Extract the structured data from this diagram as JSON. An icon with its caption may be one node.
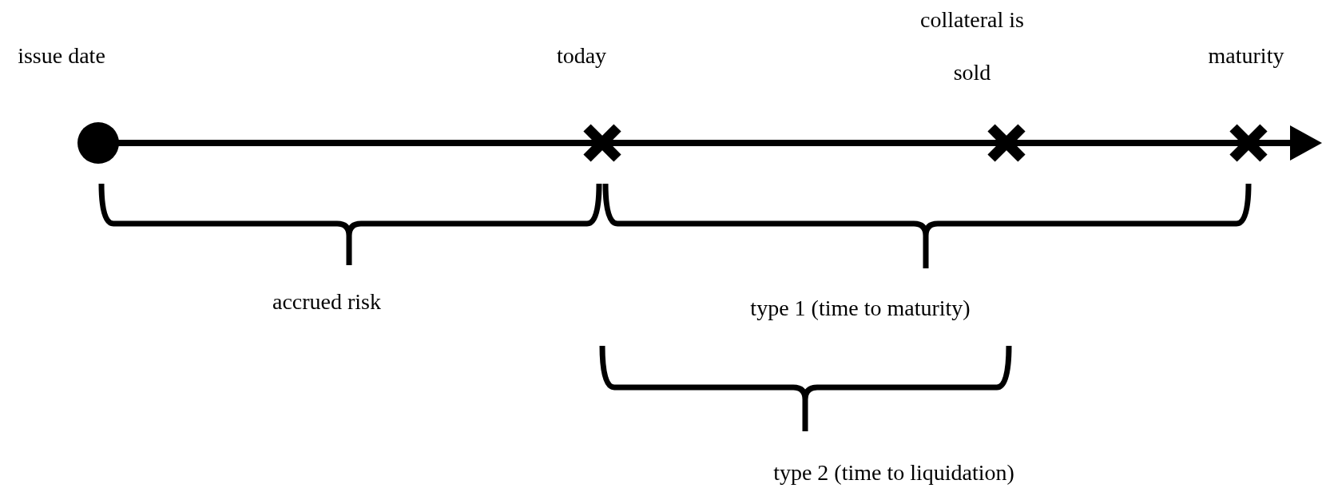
{
  "diagram": {
    "labels": [
      "issue date",
      "today",
      "collateral is sold",
      "maturity",
      "accrued risk",
      "type 1 (time to maturity)",
      "type 2 (time to liquidation)"
    ]
  }
}
